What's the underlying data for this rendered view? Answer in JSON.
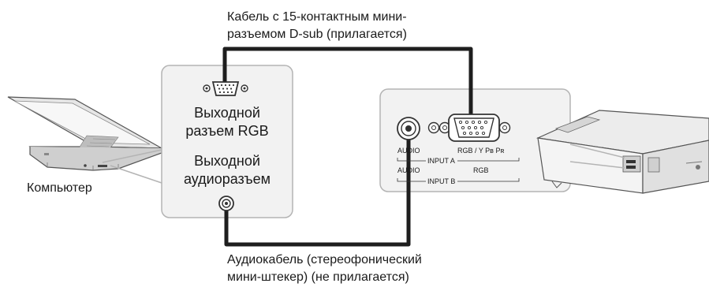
{
  "top_caption": {
    "line1": "Кабель с 15-контактным мини-",
    "line2": "разъемом D-sub (прилагается)"
  },
  "bottom_caption": {
    "line1": "Аудиокабель (стереофонический",
    "line2": "мини-штекер) (не прилагается)"
  },
  "computer_panel": {
    "rgb_label_line1": "Выходной",
    "rgb_label_line2": "разъем RGB",
    "audio_label_line1": "Выходной",
    "audio_label_line2": "аудиоразъем"
  },
  "computer_label": "Компьютер",
  "projector_panel": {
    "audio_a": "AUDIO",
    "input_a": "INPUT A",
    "rgb_ypbpr": "RGB / Y Pв Pʀ",
    "audio_b": "AUDIO",
    "input_b": "INPUT B",
    "rgb_b": "RGB"
  },
  "colors": {
    "panel_fill": "#f2f2f2",
    "panel_stroke": "#b4b4b4",
    "cable": "#1e1e1e",
    "text": "#1a1a1a"
  },
  "icons": [
    "laptop-icon",
    "vga-port-icon",
    "audio-jack-icon",
    "projector-icon"
  ]
}
